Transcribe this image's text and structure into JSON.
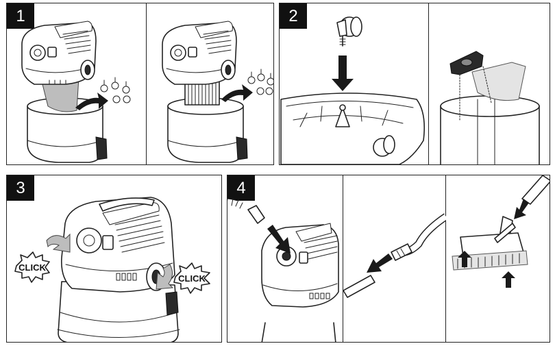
{
  "steps": [
    {
      "number": "1"
    },
    {
      "number": "2"
    },
    {
      "number": "3",
      "click_left": "CLICK",
      "click_right": "CLICK"
    },
    {
      "number": "4"
    }
  ]
}
